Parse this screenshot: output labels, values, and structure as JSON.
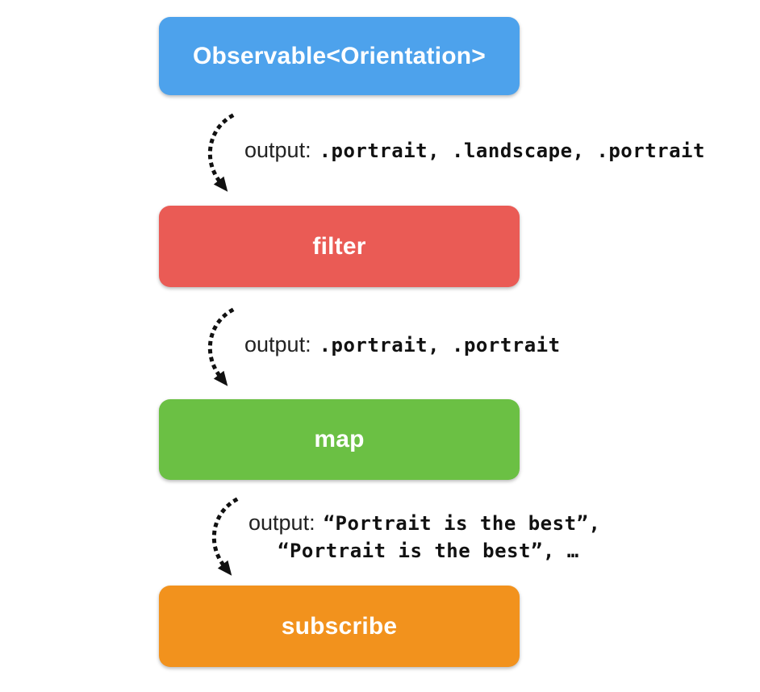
{
  "diagram": {
    "background_color": "#ffffff",
    "nodes": [
      {
        "label": "Observable<Orientation>",
        "color": "#4da2ec",
        "text_color": "#ffffff"
      },
      {
        "label": "filter",
        "color": "#ea5b55",
        "text_color": "#ffffff"
      },
      {
        "label": "map",
        "color": "#6bc044",
        "text_color": "#ffffff"
      },
      {
        "label": "subscribe",
        "color": "#f2921d",
        "text_color": "#ffffff"
      }
    ],
    "arrows": [
      {
        "icon": "curved-dotted-arrow",
        "color": "#111111",
        "label": "output:",
        "code": ".portrait, .landscape, .portrait"
      },
      {
        "icon": "curved-dotted-arrow",
        "color": "#111111",
        "label": "output:",
        "code": ".portrait, .portrait"
      },
      {
        "icon": "curved-dotted-arrow",
        "color": "#111111",
        "label": "output:",
        "code": "“Portrait is the best”,",
        "code_line2": "“Portrait is the best”, …"
      }
    ]
  }
}
